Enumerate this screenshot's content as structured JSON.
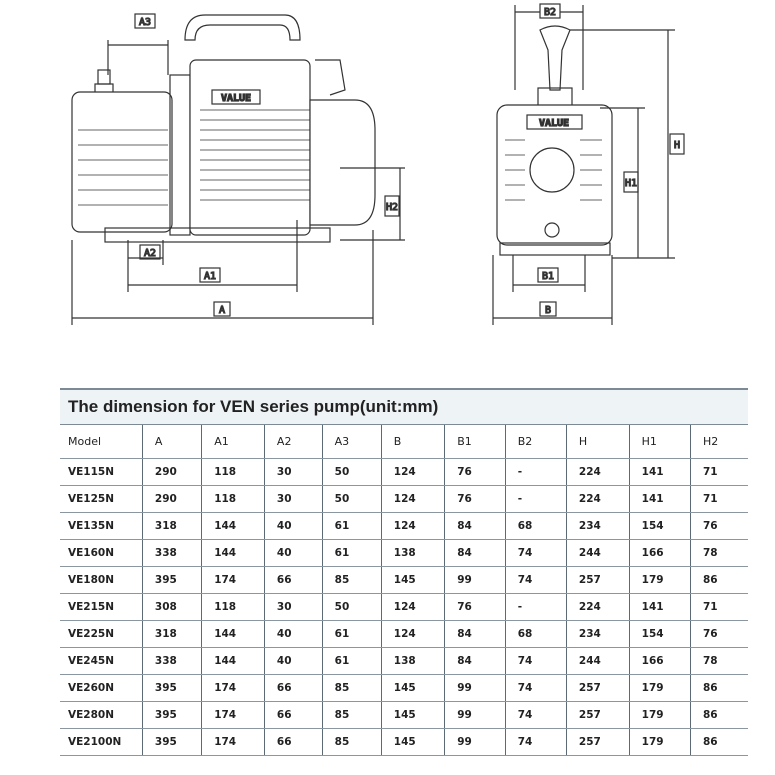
{
  "drawing": {
    "logo": "VALUE",
    "labels": {
      "A": "A",
      "A1": "A1",
      "A2": "A2",
      "A3": "A3",
      "B": "B",
      "B1": "B1",
      "B2": "B2",
      "H": "H",
      "H1": "H1",
      "H2": "H2"
    }
  },
  "table": {
    "title": "The dimension for VEN series pump(unit:mm)",
    "columns": [
      "Model",
      "A",
      "A1",
      "A2",
      "A3",
      "B",
      "B1",
      "B2",
      "H",
      "H1",
      "H2"
    ],
    "rows": [
      [
        "VE115N",
        "290",
        "118",
        "30",
        "50",
        "124",
        "76",
        "-",
        "224",
        "141",
        "71"
      ],
      [
        "VE125N",
        "290",
        "118",
        "30",
        "50",
        "124",
        "76",
        "-",
        "224",
        "141",
        "71"
      ],
      [
        "VE135N",
        "318",
        "144",
        "40",
        "61",
        "124",
        "84",
        "68",
        "234",
        "154",
        "76"
      ],
      [
        "VE160N",
        "338",
        "144",
        "40",
        "61",
        "138",
        "84",
        "74",
        "244",
        "166",
        "78"
      ],
      [
        "VE180N",
        "395",
        "174",
        "66",
        "85",
        "145",
        "99",
        "74",
        "257",
        "179",
        "86"
      ],
      [
        "VE215N",
        "308",
        "118",
        "30",
        "50",
        "124",
        "76",
        "-",
        "224",
        "141",
        "71"
      ],
      [
        "VE225N",
        "318",
        "144",
        "40",
        "61",
        "124",
        "84",
        "68",
        "234",
        "154",
        "76"
      ],
      [
        "VE245N",
        "338",
        "144",
        "40",
        "61",
        "138",
        "84",
        "74",
        "244",
        "166",
        "78"
      ],
      [
        "VE260N",
        "395",
        "174",
        "66",
        "85",
        "145",
        "99",
        "74",
        "257",
        "179",
        "86"
      ],
      [
        "VE280N",
        "395",
        "174",
        "66",
        "85",
        "145",
        "99",
        "74",
        "257",
        "179",
        "86"
      ],
      [
        "VE2100N",
        "395",
        "174",
        "66",
        "85",
        "145",
        "99",
        "74",
        "257",
        "179",
        "86"
      ]
    ]
  }
}
